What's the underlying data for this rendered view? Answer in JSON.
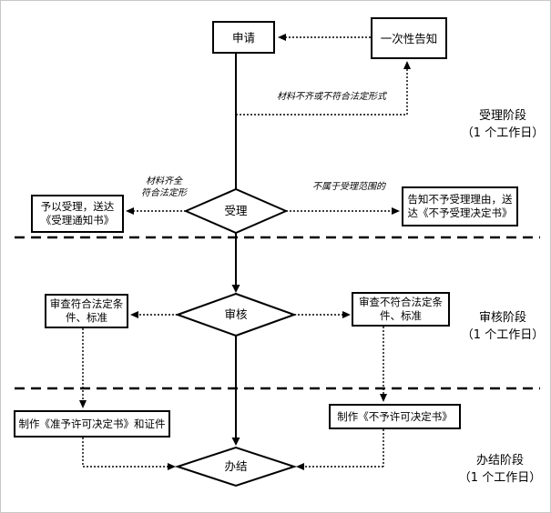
{
  "canvas": {
    "background": "#ffffff",
    "line_color": "#000000"
  },
  "nodes": {
    "apply": {
      "label": "申请"
    },
    "one_time_notice": {
      "label": "一次性告知"
    },
    "accept": {
      "label": "受理"
    },
    "grant_accept": {
      "line1": "予以受理，送达",
      "line2": "《受理通知书》"
    },
    "notify_reject": {
      "line1": "告知不予受理理由，送",
      "line2": "达《不予受理决定书》"
    },
    "review": {
      "label": "审核"
    },
    "review_pass": {
      "line1": "审查符合法定条",
      "line2": "件、标准"
    },
    "review_fail": {
      "line1": "审查不符合法定条",
      "line2": "件、标准"
    },
    "make_permit": {
      "label": "制作《准予许可决定书》和证件"
    },
    "make_denial": {
      "label": "制作《不予许可决定书》"
    },
    "finish": {
      "label": "办结"
    }
  },
  "edge_labels": {
    "materials_incomplete": "材料不齐或不符合法定形式",
    "materials_complete_line1": "材料齐全",
    "materials_complete_line2": "符合法定形",
    "out_of_scope": "不属于受理范围的"
  },
  "stages": {
    "accept": {
      "name": "受理阶段",
      "duration": "（1 个工作日）"
    },
    "review": {
      "name": "审核阶段",
      "duration": "（1 个工作日）"
    },
    "finish": {
      "name": "办结阶段",
      "duration": "（1 个工作日）"
    }
  }
}
